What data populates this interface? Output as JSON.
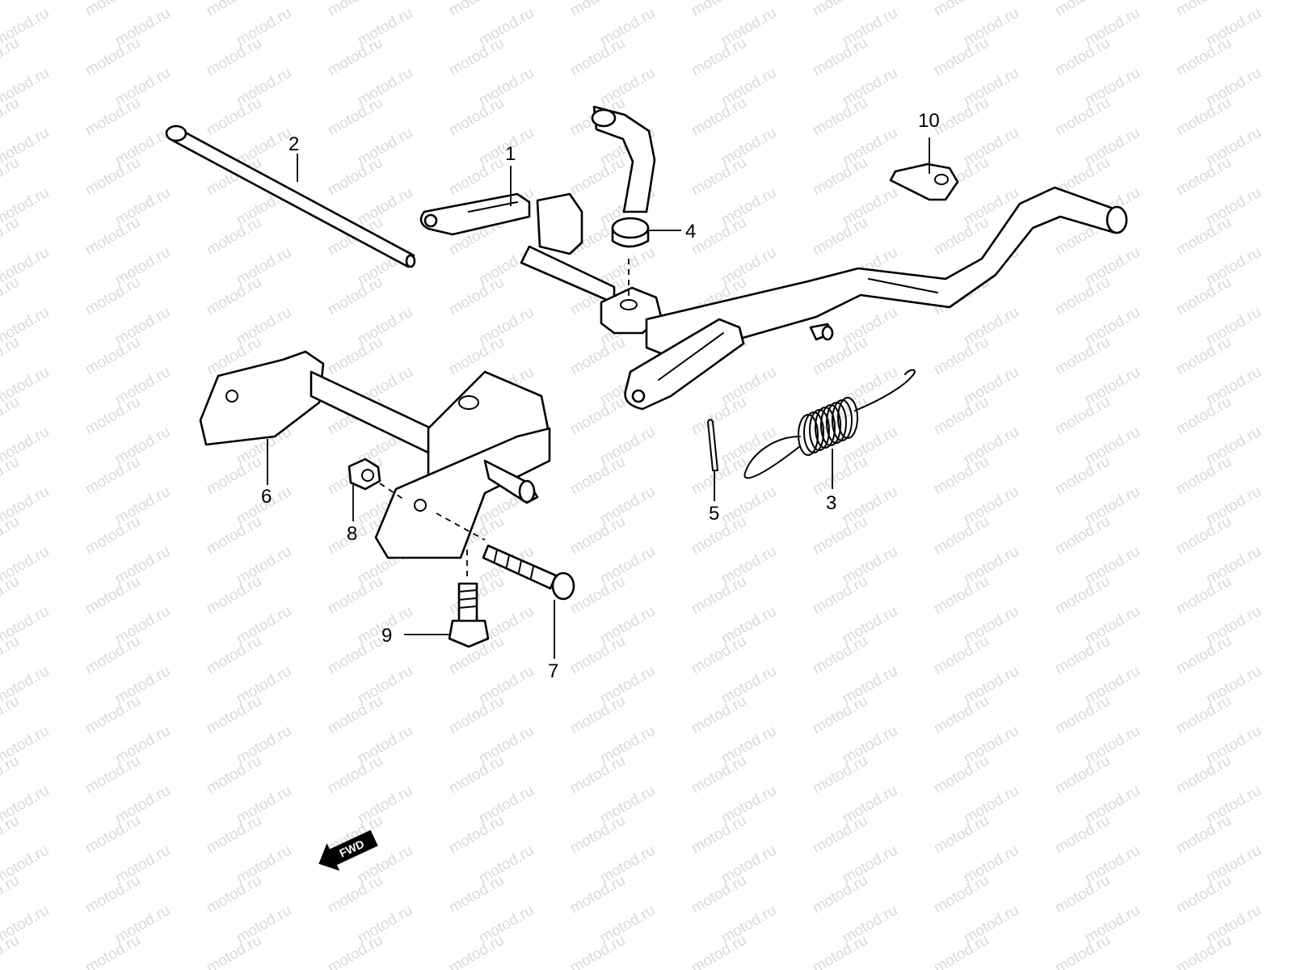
{
  "watermark_text": "motod.ru",
  "callouts": [
    {
      "id": "1",
      "label": "1"
    },
    {
      "id": "2",
      "label": "2"
    },
    {
      "id": "3",
      "label": "3"
    },
    {
      "id": "4",
      "label": "4"
    },
    {
      "id": "5",
      "label": "5"
    },
    {
      "id": "6",
      "label": "6"
    },
    {
      "id": "7",
      "label": "7"
    },
    {
      "id": "8",
      "label": "8"
    },
    {
      "id": "9",
      "label": "9"
    },
    {
      "id": "10",
      "label": "10"
    }
  ],
  "fwd_label": "FWD",
  "colors": {
    "line": "#000000",
    "background": "#ffffff",
    "watermark": "#d9d9d9"
  }
}
